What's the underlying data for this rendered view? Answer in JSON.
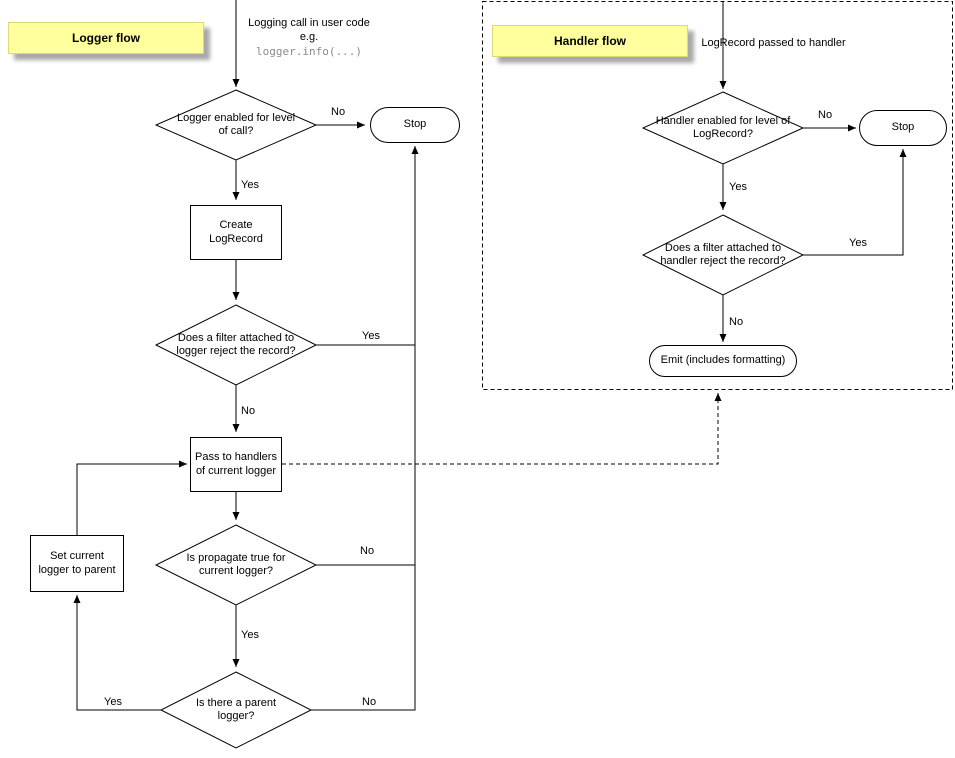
{
  "edge": {
    "yes": "Yes",
    "no": "No"
  },
  "logger": {
    "title": "Logger flow",
    "start_line1": "Logging call in user code",
    "start_line2": "e.g.",
    "start_code": "logger.info(...)",
    "d_enabled": "Logger enabled for level of call?",
    "stop": "Stop",
    "create": "Create LogRecord",
    "d_filter": "Does a filter attached to logger reject the record?",
    "pass": "Pass to handlers of current logger",
    "d_propagate": "Is propagate true for current logger?",
    "d_parent": "Is there a parent logger?",
    "set_parent": "Set current logger to parent"
  },
  "handler": {
    "title": "Handler flow",
    "start": "LogRecord passed to handler",
    "d_enabled": "Handler enabled for level of LogRecord?",
    "stop": "Stop",
    "d_filter": "Does a filter attached to handler reject the record?",
    "emit": "Emit (includes formatting)"
  }
}
